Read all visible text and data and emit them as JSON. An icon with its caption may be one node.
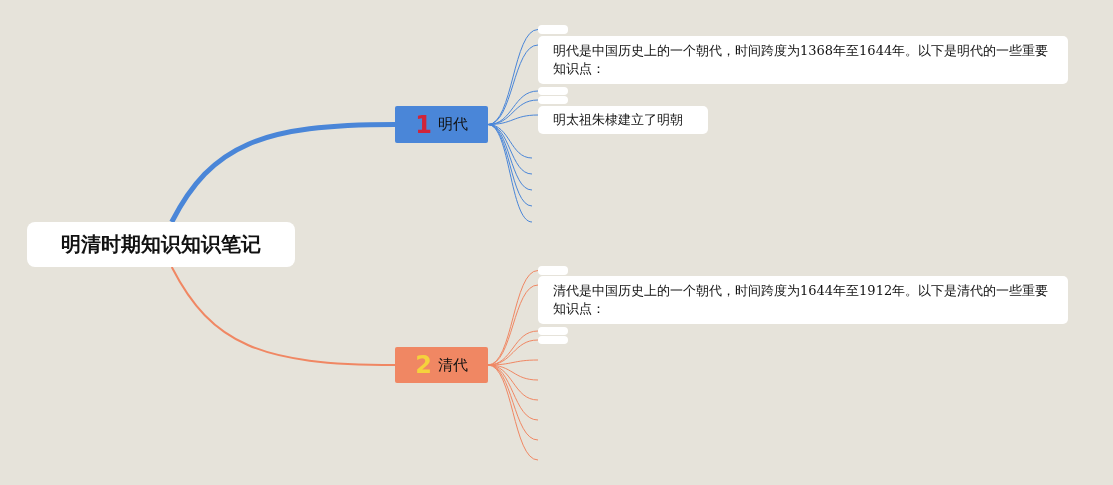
{
  "diagram": {
    "nodes": [
      {
        "text": [
          "明清时期知识知识笔记"
        ]
      },
      {
        "text": [
          "1",
          "明代"
        ]
      },
      {
        "text": [],
        "shape": "box"
      },
      {
        "text": [
          "明代是中国历史上的一个朝代，时间跨度为1368年至1644年。以下是明代的一些重要知识点："
        ]
      },
      {
        "text": [],
        "shape": "box"
      },
      {
        "text": [],
        "shape": "box"
      },
      {
        "text": [
          "明太祖朱棣建立了明朝"
        ]
      },
      {
        "text": [
          "2",
          "清代"
        ]
      },
      {
        "text": [],
        "shape": "box"
      },
      {
        "text": [
          "清代是中国历史上的一个朝代，时间跨度为1644年至1912年。以下是清代的一些重要知识点："
        ]
      },
      {
        "text": [],
        "shape": "box"
      },
      {
        "text": [],
        "shape": "box"
      }
    ],
    "edges": [
      {
        "from": 0,
        "to": 1,
        "arrow": "none",
        "style": "thick",
        "color": "#4a86d8"
      },
      {
        "from": 0,
        "to": 7,
        "arrow": "none",
        "color": "#f08763"
      },
      {
        "from": 1,
        "to": 2,
        "arrow": "none",
        "color": "#4a86d8"
      },
      {
        "from": 1,
        "to": 3,
        "arrow": "none",
        "color": "#4a86d8"
      },
      {
        "from": 1,
        "to": 4,
        "arrow": "none",
        "color": "#4a86d8"
      },
      {
        "from": 1,
        "to": 5,
        "arrow": "none",
        "color": "#4a86d8"
      },
      {
        "from": 1,
        "to": 6,
        "arrow": "none",
        "color": "#4a86d8"
      },
      {
        "from": 1,
        "to": null,
        "arrow": "none",
        "color": "#4a86d8"
      },
      {
        "from": 1,
        "to": null,
        "arrow": "none",
        "color": "#4a86d8"
      },
      {
        "from": 1,
        "to": null,
        "arrow": "none",
        "color": "#4a86d8"
      },
      {
        "from": 1,
        "to": null,
        "arrow": "none",
        "color": "#4a86d8"
      },
      {
        "from": 1,
        "to": null,
        "arrow": "none",
        "color": "#4a86d8"
      },
      {
        "from": 7,
        "to": 8,
        "arrow": "none",
        "color": "#f08763"
      },
      {
        "from": 7,
        "to": 9,
        "arrow": "none",
        "color": "#f08763"
      },
      {
        "from": 7,
        "to": 10,
        "arrow": "none",
        "color": "#f08763"
      },
      {
        "from": 7,
        "to": 11,
        "arrow": "none",
        "color": "#f08763"
      },
      {
        "from": 7,
        "to": null,
        "arrow": "none",
        "color": "#f08763"
      },
      {
        "from": 7,
        "to": null,
        "arrow": "none",
        "color": "#f08763"
      },
      {
        "from": 7,
        "to": null,
        "arrow": "none",
        "color": "#f08763"
      },
      {
        "from": 7,
        "to": null,
        "arrow": "none",
        "color": "#f08763"
      },
      {
        "from": 7,
        "to": null,
        "arrow": "none",
        "color": "#f08763"
      },
      {
        "from": 7,
        "to": null,
        "arrow": "none",
        "color": "#f08763"
      }
    ]
  }
}
